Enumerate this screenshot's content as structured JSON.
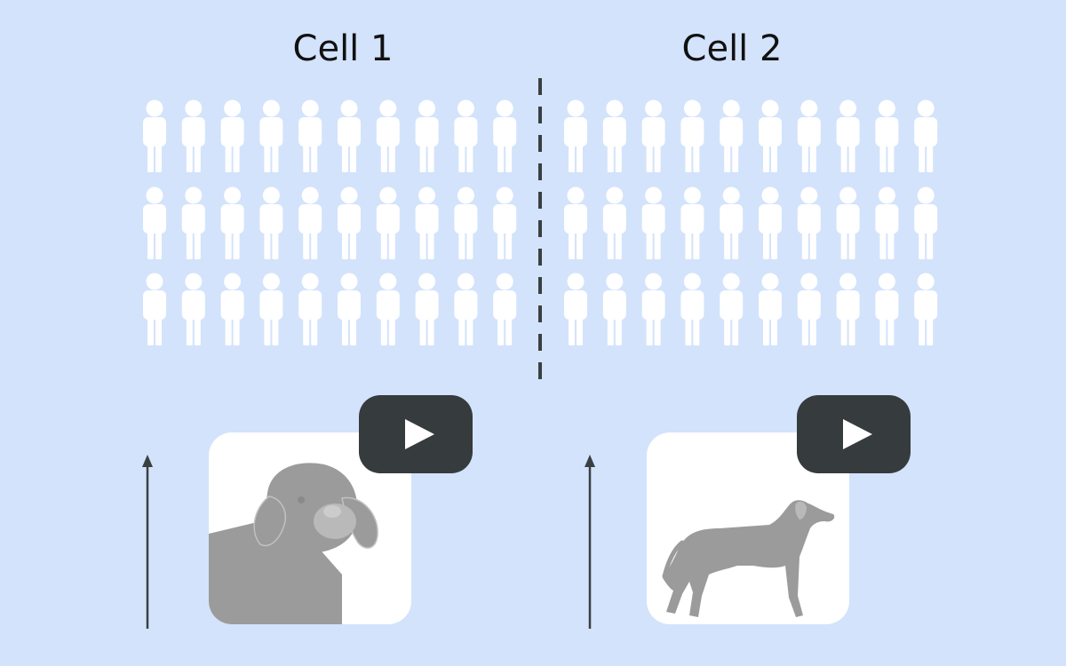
{
  "cells": [
    {
      "title": "Cell 1",
      "people_rows": 3,
      "people_per_row": 10
    },
    {
      "title": "Cell 2",
      "people_rows": 3,
      "people_per_row": 10
    }
  ],
  "colors": {
    "background": "#d3e3fb",
    "person": "#ffffff",
    "divider": "#3a4042",
    "arrow": "#3a4042",
    "play_badge": "#363b3e",
    "dog": "#9b9b9b",
    "dog_detail": "#b9b9b9"
  },
  "icons": {
    "person": "person-icon",
    "play": "play-icon",
    "arrow": "arrow-up-icon",
    "dog_closeup": "dog-closeup-icon",
    "dog_standing": "dog-standing-icon"
  }
}
